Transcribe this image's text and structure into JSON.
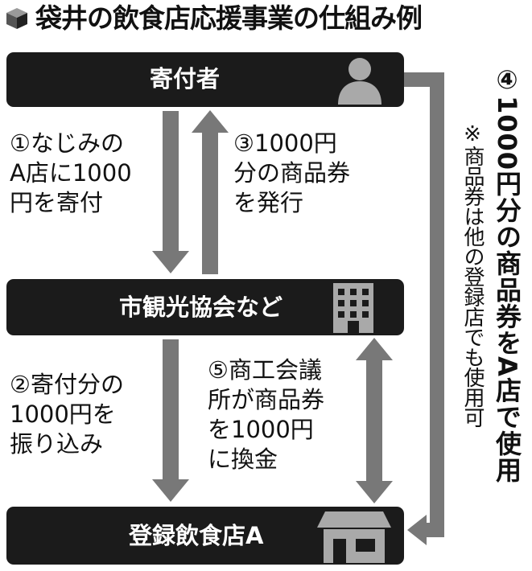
{
  "title": "袋井の飲食店応援事業の仕組み例",
  "nodes": {
    "donor": "寄付者",
    "association": "市観光協会など",
    "restaurant": "登録飲食店A"
  },
  "steps": {
    "s1": [
      "①なじみの",
      "A店に1000",
      "円を寄付"
    ],
    "s2": [
      "②寄付分の",
      "1000円を",
      "振り込み"
    ],
    "s3": [
      "③1000円",
      "分の商品券",
      "を発行"
    ],
    "s4": "④1000円分の商品券をA店で使用",
    "s4_note": "※商品券は他の登録店でも使用可",
    "s5": [
      "⑤商工会議",
      "所が商品券",
      "を1000円",
      "に換金"
    ]
  },
  "icons": {
    "title": "cube-icon",
    "donor": "person-icon",
    "association": "office-building-icon",
    "restaurant": "shop-icon"
  },
  "colors": {
    "bar": "#1b1b1b",
    "arrow": "#787878",
    "icon": "#a9a9a9",
    "text": "#111111"
  }
}
